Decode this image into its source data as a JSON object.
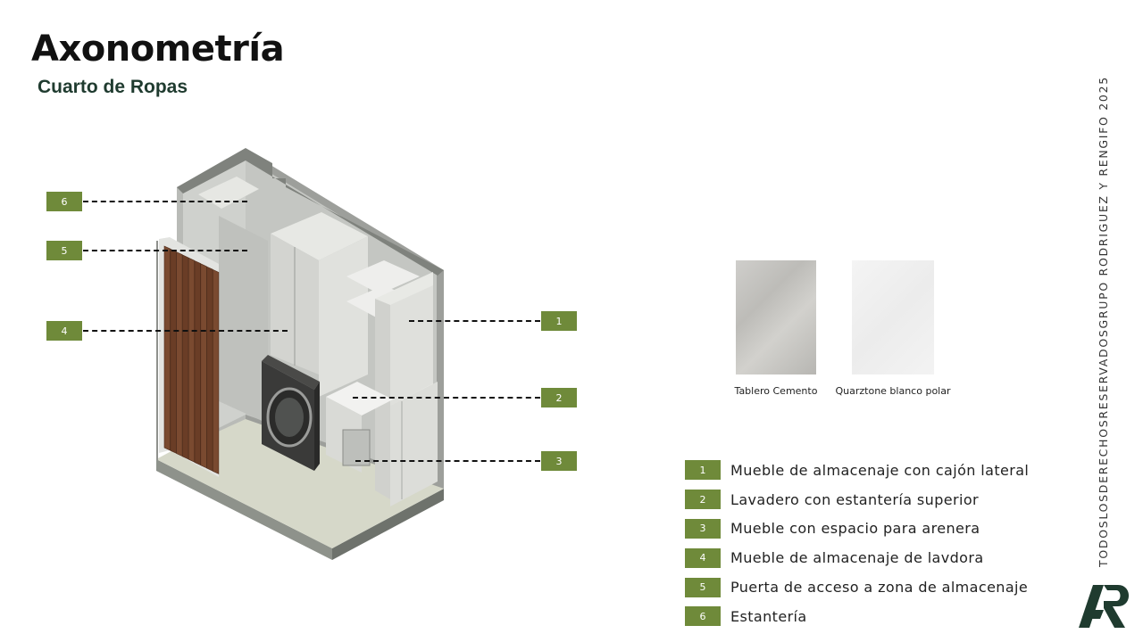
{
  "header": {
    "title": "Axonometría",
    "subtitle": "Cuarto de Ropas"
  },
  "callouts": [
    {
      "number": "6"
    },
    {
      "number": "5"
    },
    {
      "number": "4"
    },
    {
      "number": "1"
    },
    {
      "number": "2"
    },
    {
      "number": "3"
    }
  ],
  "materials": [
    {
      "label": "Tablero Cemento",
      "color": "#c9c8c4"
    },
    {
      "label": "Quarztone blanco polar",
      "color": "#f1f1f1"
    }
  ],
  "legend": [
    {
      "number": "1",
      "text": "Mueble de almacenaje con cajón lateral"
    },
    {
      "number": "2",
      "text": "Lavadero con estantería superior"
    },
    {
      "number": "3",
      "text": "Mueble con espacio para arenera"
    },
    {
      "number": "4",
      "text": "Mueble de almacenaje de lavdora"
    },
    {
      "number": "5",
      "text": "Puerta de acceso a zona de almacenaje"
    },
    {
      "number": "6",
      "text": "Estantería"
    }
  ],
  "side_text": "TODOSLOSDERECHOSRESERVADOSGRUPO RODRIGUEZ Y RENGIFO 2025",
  "colors": {
    "accent": "#6f8a3a",
    "subtitle": "#1f3b2f",
    "wood": "#7a4a30"
  }
}
